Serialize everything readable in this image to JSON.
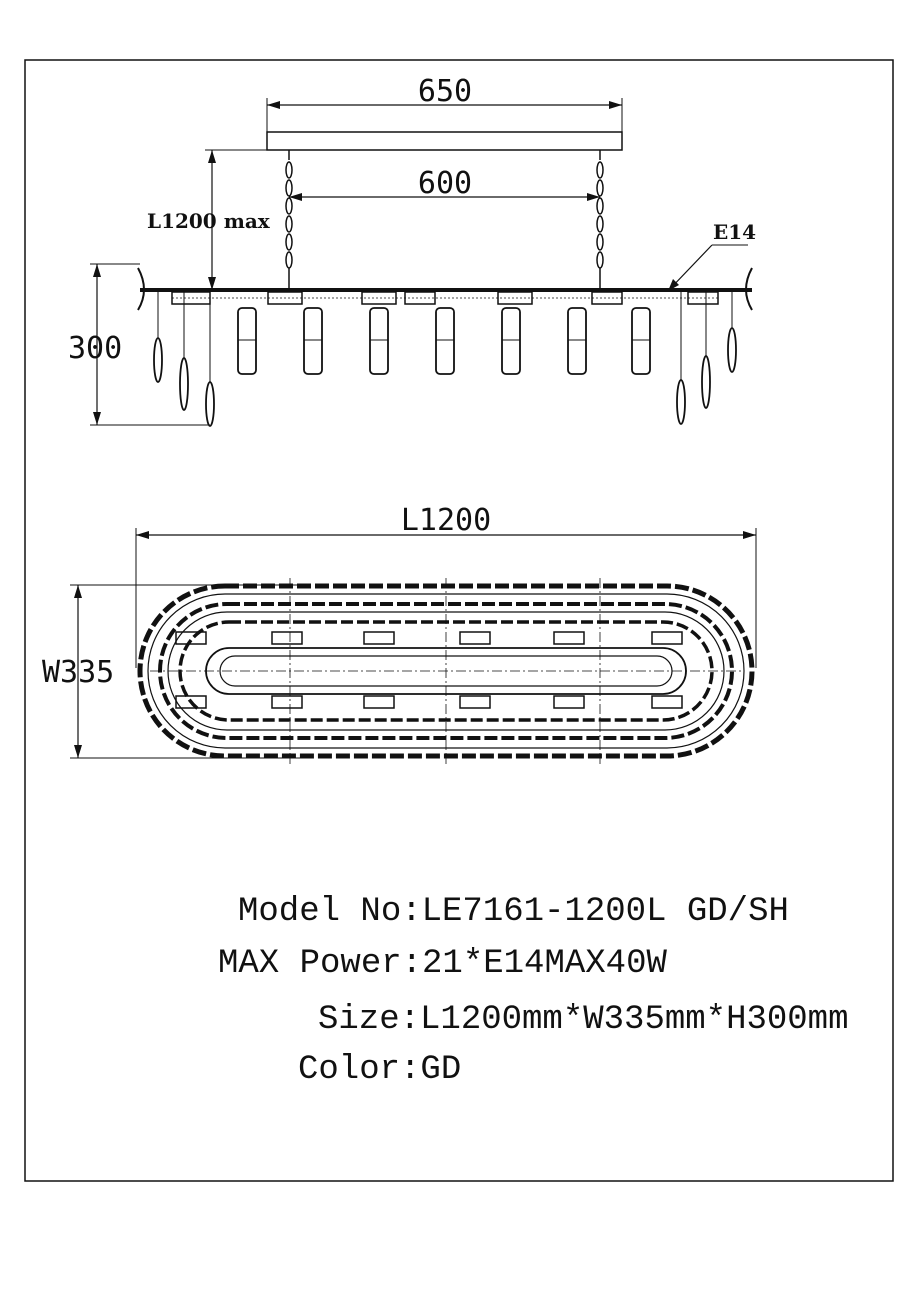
{
  "dimensions": {
    "canopy_width": "650",
    "hanger_spacing": "600",
    "cable_length": "L1200 max",
    "socket": "E14",
    "height": "300",
    "length": "L1200",
    "width": "W335"
  },
  "specs": {
    "model": "Model No:LE7161-1200L GD/SH",
    "power": "MAX Power:21*E14MAX40W",
    "size": "Size:L1200mm*W335mm*H300mm",
    "color": "Color:GD"
  }
}
